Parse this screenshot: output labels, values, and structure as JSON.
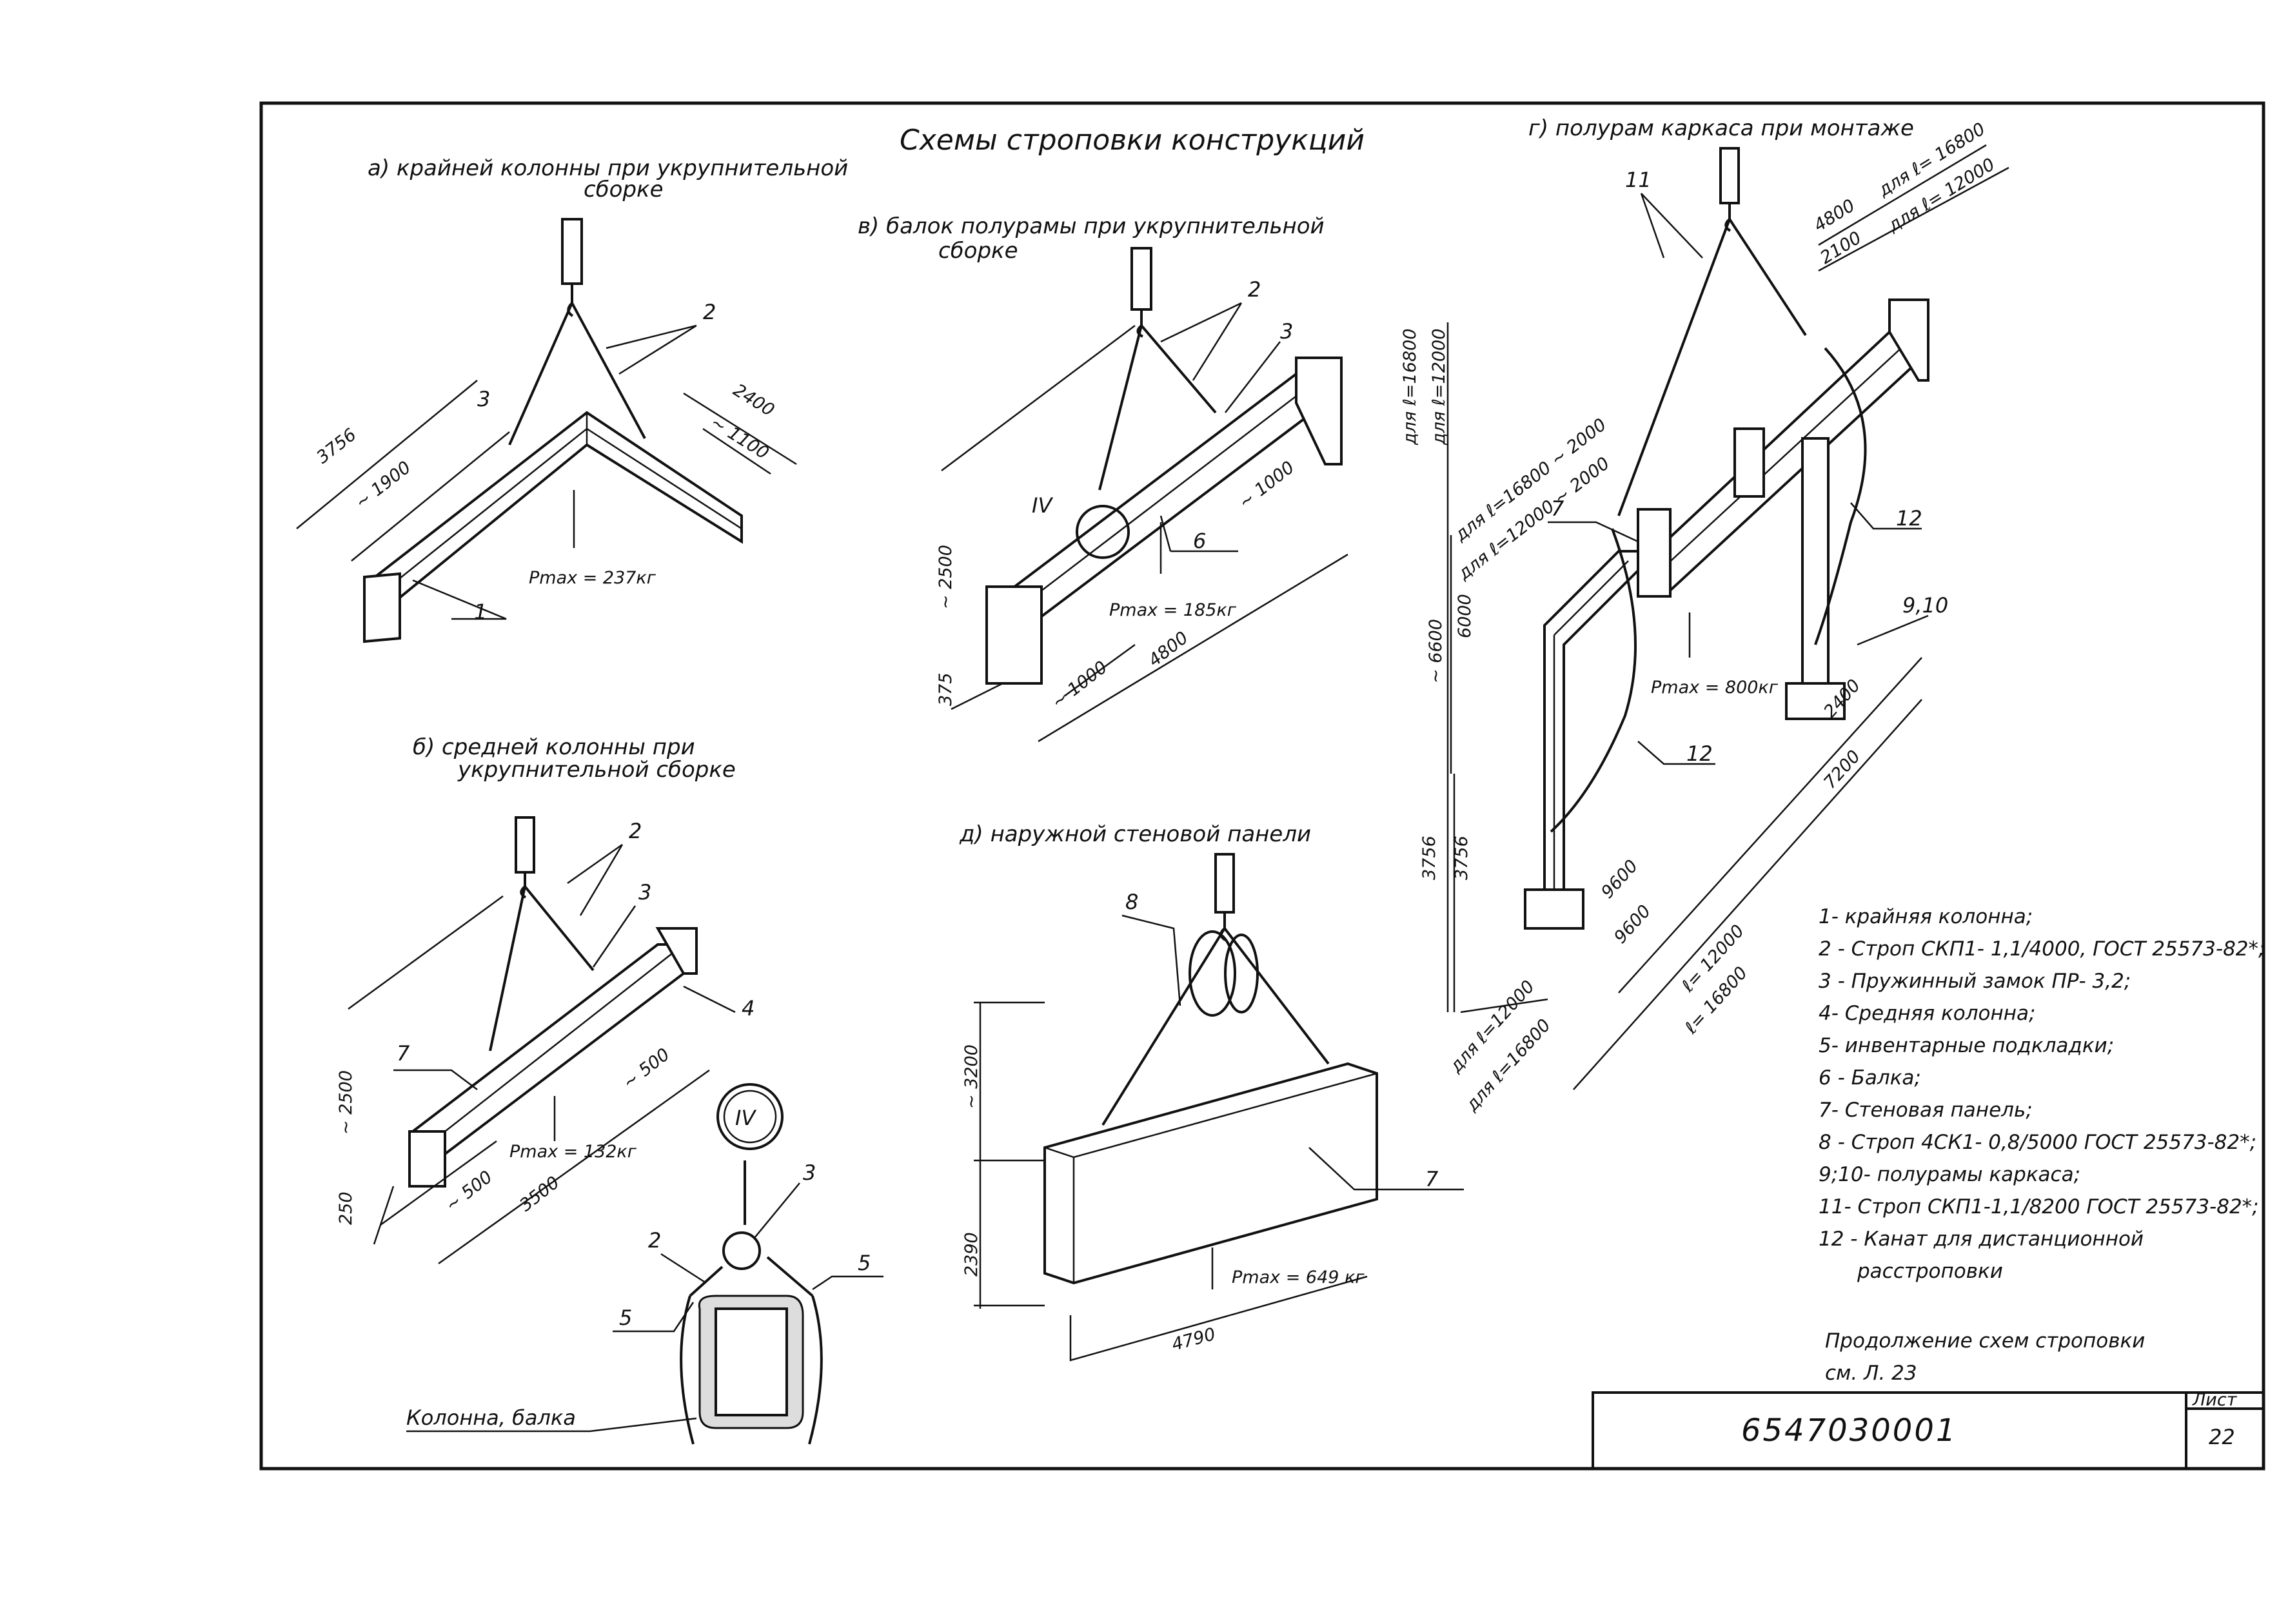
{
  "title": "Схемы строповки конструкций",
  "section_a": {
    "title_line1": "а) крайней колонны при укрупнительной",
    "title_line2": "сборке",
    "dim_3756": "3756",
    "dim_1900": "~ 1900",
    "dim_2400": "2400",
    "dim_1100": "~ 1100",
    "label_3": "3",
    "label_2": "2",
    "label_1": "1",
    "pmax": "Pmax = 237кг"
  },
  "section_b": {
    "title_line1": "б) средней колонны при",
    "title_line2": "укрупнительной сборке",
    "dim_2500": "~ 2500",
    "dim_250": "250",
    "dim_500a": "~ 500",
    "dim_500b": "~ 500",
    "dim_3500": "3500",
    "label_2": "2",
    "label_3": "3",
    "label_4": "4",
    "label_7": "7",
    "pmax": "Pmax = 132кг"
  },
  "section_v": {
    "title_line1": "в) балок полурамы при укрупнительной",
    "title_line2": "сборке",
    "dim_2500": "~ 2500",
    "dim_375": "375",
    "dim_1000a": "~ 1000",
    "dim_1000b": "~ 1000",
    "dim_4800": "4800",
    "label_2": "2",
    "label_3": "3",
    "label_6": "6",
    "label_IV": "IV",
    "pmax": "Pmax = 185кг"
  },
  "section_g": {
    "title": "г) полурам каркаса при монтаже",
    "label_11": "11",
    "label_12a": "12",
    "label_12b": "12",
    "label_7": "7",
    "label_910": "9,10",
    "dim_4800": "4800",
    "dim_2100": "2100",
    "for_16800_top": "для ℓ= 16800",
    "for_12000_top": "для ℓ= 12000",
    "for_16800_left": "для ℓ=16800",
    "for_12000_left": "для ℓ=12000",
    "for_16800_2000": "для ℓ=16800 ~ 2000",
    "for_12000_2000": "для ℓ=12000 ~ 2000",
    "dim_6600": "~ 6600",
    "dim_6000": "6000",
    "dim_3756a": "3756",
    "dim_3756b": "3756",
    "dim_2400": "2400",
    "dim_7200": "7200",
    "dim_9600a": "9600",
    "dim_9600b": "9600",
    "dim_l12000": "ℓ= 12000",
    "dim_l16800": "ℓ= 16800",
    "for_12000_bottom": "для ℓ=12000",
    "for_16800_bottom": "для ℓ=16800",
    "pmax": "Pmax = 800кг"
  },
  "section_d": {
    "title": "д) наружной стеновой панели",
    "label_8": "8",
    "label_7": "7",
    "dim_3200": "~ 3200",
    "dim_2390": "2390",
    "dim_4790": "4790",
    "pmax": "Pmax = 649 кг"
  },
  "detail_IV": {
    "marker": "IV",
    "label_2": "2",
    "label_3": "3",
    "label_5a": "5",
    "label_5b": "5",
    "caption": "Колонна, балка"
  },
  "legend": [
    "1- крайняя колонна;",
    "2 - Строп СКП1- 1,1/4000, ГОСТ 25573-82*;",
    "3 - Пружинный замок ПР- 3,2;",
    "4- Средняя колонна;",
    "5- инвентарные подкладки;",
    "6 - Балка;",
    "7- Стеновая панель;",
    "8 - Строп 4СК1- 0,8/5000 ГОСТ 25573-82*;",
    "9;10- полурамы каркаса;",
    "11- Строп СКП1-1,1/8200 ГОСТ 25573-82*;",
    "12 - Канат для дистанционной",
    "расстроповки"
  ],
  "continuation": {
    "line1": "Продолжение схем строповки",
    "line2": "см. Л. 23"
  },
  "stamp": {
    "doc_number": "6547030001",
    "sheet_label": "Лист",
    "sheet_number": "22"
  }
}
